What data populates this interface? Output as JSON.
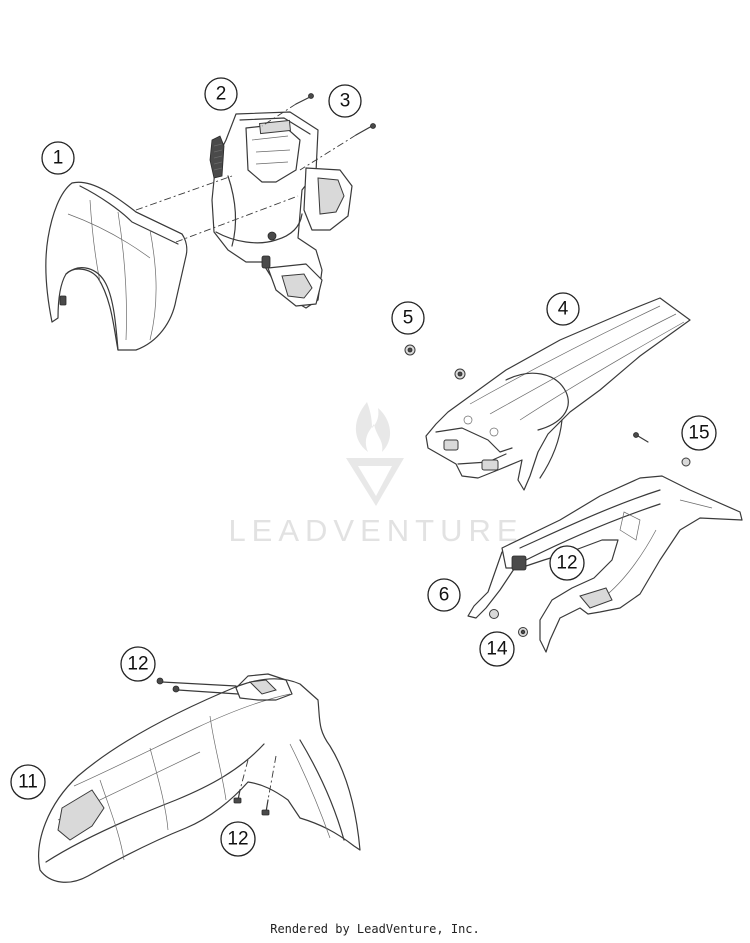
{
  "watermark": {
    "text": "LEADVENTURE"
  },
  "footer": {
    "text": "Rendered by LeadVenture, Inc."
  },
  "callouts": [
    {
      "id": "c1",
      "label": "1"
    },
    {
      "id": "c2",
      "label": "2"
    },
    {
      "id": "c3",
      "label": "3"
    },
    {
      "id": "c4",
      "label": "4"
    },
    {
      "id": "c5",
      "label": "5"
    },
    {
      "id": "c6",
      "label": "6"
    },
    {
      "id": "c11",
      "label": "11"
    },
    {
      "id": "c12a",
      "label": "12"
    },
    {
      "id": "c12b",
      "label": "12"
    },
    {
      "id": "c12c",
      "label": "12"
    },
    {
      "id": "c14",
      "label": "14"
    },
    {
      "id": "c15",
      "label": "15"
    }
  ]
}
